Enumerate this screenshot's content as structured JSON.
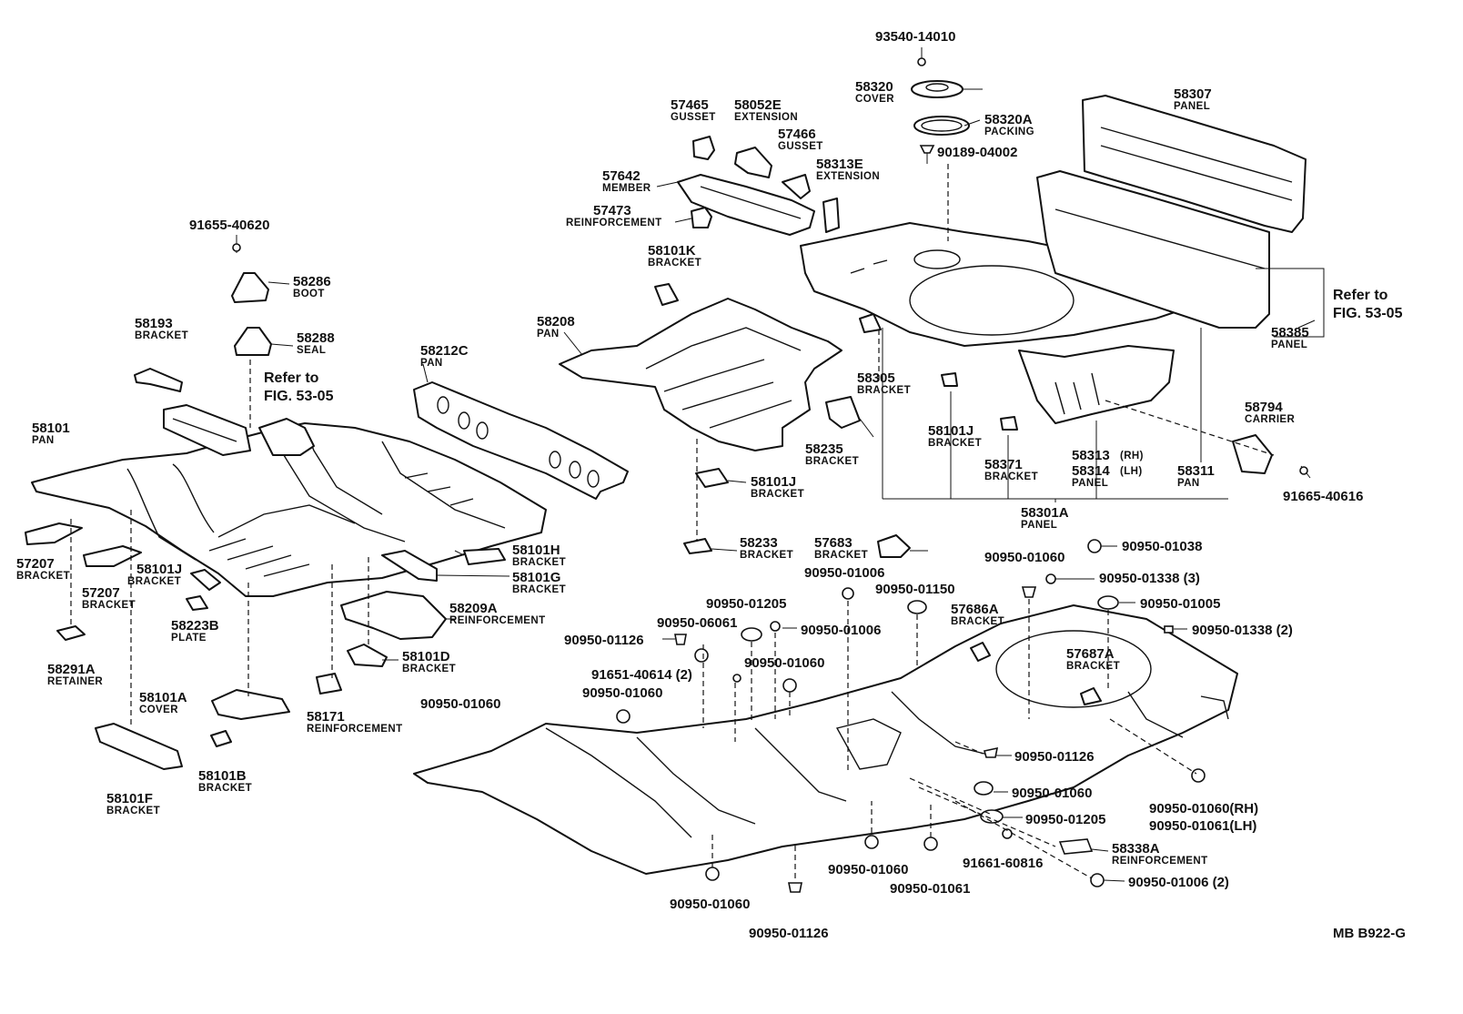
{
  "diagram": {
    "code": "MB B922-G",
    "refer_label_1": "Refer to",
    "refer_label_2": "FIG. 53-05",
    "parts": [
      {
        "id": "p93540",
        "num": "93540-14010",
        "name": ""
      },
      {
        "id": "p58320",
        "num": "58320",
        "name": "COVER"
      },
      {
        "id": "p58320A",
        "num": "58320A",
        "name": "PACKING"
      },
      {
        "id": "p90189",
        "num": "90189-04002",
        "name": ""
      },
      {
        "id": "p58307",
        "num": "58307",
        "name": "PANEL"
      },
      {
        "id": "p57465",
        "num": "57465",
        "name": "GUSSET"
      },
      {
        "id": "p58052E",
        "num": "58052E",
        "name": "EXTENSION"
      },
      {
        "id": "p57466",
        "num": "57466",
        "name": "GUSSET"
      },
      {
        "id": "p58313E",
        "num": "58313E",
        "name": "EXTENSION"
      },
      {
        "id": "p57642",
        "num": "57642",
        "name": "MEMBER"
      },
      {
        "id": "p57473",
        "num": "57473",
        "name": "REINFORCEMENT"
      },
      {
        "id": "p91655",
        "num": "91655-40620",
        "name": ""
      },
      {
        "id": "p58286",
        "num": "58286",
        "name": "BOOT"
      },
      {
        "id": "p58288",
        "num": "58288",
        "name": "SEAL"
      },
      {
        "id": "p58193",
        "num": "58193",
        "name": "BRACKET"
      },
      {
        "id": "p58101K",
        "num": "58101K",
        "name": "BRACKET"
      },
      {
        "id": "p58208",
        "num": "58208",
        "name": "PAN"
      },
      {
        "id": "p58212C",
        "num": "58212C",
        "name": "PAN"
      },
      {
        "id": "p58101",
        "num": "58101",
        "name": "PAN"
      },
      {
        "id": "p58385",
        "num": "58385",
        "name": "PANEL"
      },
      {
        "id": "p58305",
        "num": "58305",
        "name": "BRACKET"
      },
      {
        "id": "p58101J_a",
        "num": "58101J",
        "name": "BRACKET"
      },
      {
        "id": "p58371",
        "num": "58371",
        "name": "BRACKET"
      },
      {
        "id": "p58313",
        "num": "58313",
        "name": "(RH)"
      },
      {
        "id": "p58314",
        "num": "58314",
        "name": "(LH)"
      },
      {
        "id": "p58314_panel",
        "num": "",
        "name": "PANEL"
      },
      {
        "id": "p58311",
        "num": "58311",
        "name": "PAN"
      },
      {
        "id": "p58301A",
        "num": "58301A",
        "name": "PANEL"
      },
      {
        "id": "p58794",
        "num": "58794",
        "name": "CARRIER"
      },
      {
        "id": "p91665",
        "num": "91665-40616",
        "name": ""
      },
      {
        "id": "p58235",
        "num": "58235",
        "name": "BRACKET"
      },
      {
        "id": "p58101J_b",
        "num": "58101J",
        "name": "BRACKET"
      },
      {
        "id": "p58233",
        "num": "58233",
        "name": "BRACKET"
      },
      {
        "id": "p57683",
        "num": "57683",
        "name": "BRACKET"
      },
      {
        "id": "p57207_a",
        "num": "57207",
        "name": "BRACKET"
      },
      {
        "id": "p57207_b",
        "num": "57207",
        "name": "BRACKET"
      },
      {
        "id": "p58101J_c",
        "num": "58101J",
        "name": "BRACKET"
      },
      {
        "id": "p58101H",
        "num": "58101H",
        "name": "BRACKET"
      },
      {
        "id": "p58101G",
        "num": "58101G",
        "name": "BRACKET"
      },
      {
        "id": "p58223B",
        "num": "58223B",
        "name": "PLATE"
      },
      {
        "id": "p58209A",
        "num": "58209A",
        "name": "REINFORCEMENT"
      },
      {
        "id": "p58291A",
        "num": "58291A",
        "name": "RETAINER"
      },
      {
        "id": "p58101D",
        "num": "58101D",
        "name": "BRACKET"
      },
      {
        "id": "p58101A",
        "num": "58101A",
        "name": "COVER"
      },
      {
        "id": "p58171",
        "num": "58171",
        "name": "REINFORCEMENT"
      },
      {
        "id": "p58101B",
        "num": "58101B",
        "name": "BRACKET"
      },
      {
        "id": "p58101F",
        "num": "58101F",
        "name": "BRACKET"
      },
      {
        "id": "p57686A",
        "num": "57686A",
        "name": "BRACKET"
      },
      {
        "id": "p57687A",
        "num": "57687A",
        "name": "BRACKET"
      },
      {
        "id": "p58338A",
        "num": "58338A",
        "name": "REINFORCEMENT"
      }
    ],
    "plugs": [
      {
        "id": "g1",
        "label": "90950-01006"
      },
      {
        "id": "g2",
        "label": "90950-01150"
      },
      {
        "id": "g3",
        "label": "90950-01060"
      },
      {
        "id": "g4",
        "label": "90950-01038"
      },
      {
        "id": "g5",
        "label": "90950-01338 (3)"
      },
      {
        "id": "g6",
        "label": "90950-01005"
      },
      {
        "id": "g7",
        "label": "90950-01338 (2)"
      },
      {
        "id": "g8",
        "label": "90950-01205"
      },
      {
        "id": "g9",
        "label": "90950-06061"
      },
      {
        "id": "g10",
        "label": "90950-01006"
      },
      {
        "id": "g11",
        "label": "90950-01126"
      },
      {
        "id": "g12",
        "label": "90950-01060"
      },
      {
        "id": "g13",
        "label": "91651-40614 (2)"
      },
      {
        "id": "g14",
        "label": "90950-01060"
      },
      {
        "id": "g15",
        "label": "90950-01060"
      },
      {
        "id": "g16",
        "label": "90950-01126"
      },
      {
        "id": "g17",
        "label": "90950-01060"
      },
      {
        "id": "g18",
        "label": "90950-01205"
      },
      {
        "id": "g19",
        "label": "91661-60816"
      },
      {
        "id": "g20",
        "label": "90950-01060(RH)"
      },
      {
        "id": "g21",
        "label": "90950-01061(LH)"
      },
      {
        "id": "g22",
        "label": "90950-01006 (2)"
      },
      {
        "id": "g23",
        "label": "90950-01060"
      },
      {
        "id": "g24",
        "label": "90950-01061"
      },
      {
        "id": "g25",
        "label": "90950-01060"
      },
      {
        "id": "g26",
        "label": "90950-01126"
      }
    ]
  }
}
